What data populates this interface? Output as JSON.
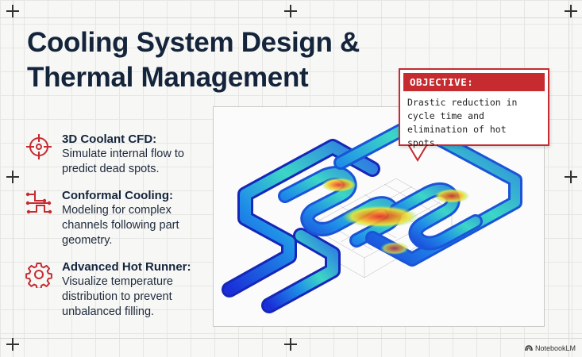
{
  "title_line1": "Cooling System Design &",
  "title_line2": "Thermal Management",
  "features": [
    {
      "icon": "crosshair-target-icon",
      "title": "3D Coolant CFD:",
      "desc": "Simulate internal flow to predict dead spots."
    },
    {
      "icon": "circuit-icon",
      "title": "Conformal Cooling:",
      "desc": "Modeling for complex channels following part geometry."
    },
    {
      "icon": "gear-icon",
      "title": "Advanced Hot Runner:",
      "desc": "Visualize temperature distribution to prevent unbalanced filling."
    }
  ],
  "objective": {
    "header": "OBJECTIVE:",
    "text": "Drastic reduction in cycle time and elimination of hot spots."
  },
  "brand": "NotebookLM",
  "colors": {
    "accent_red": "#c62b30",
    "title_navy": "#14243a"
  }
}
